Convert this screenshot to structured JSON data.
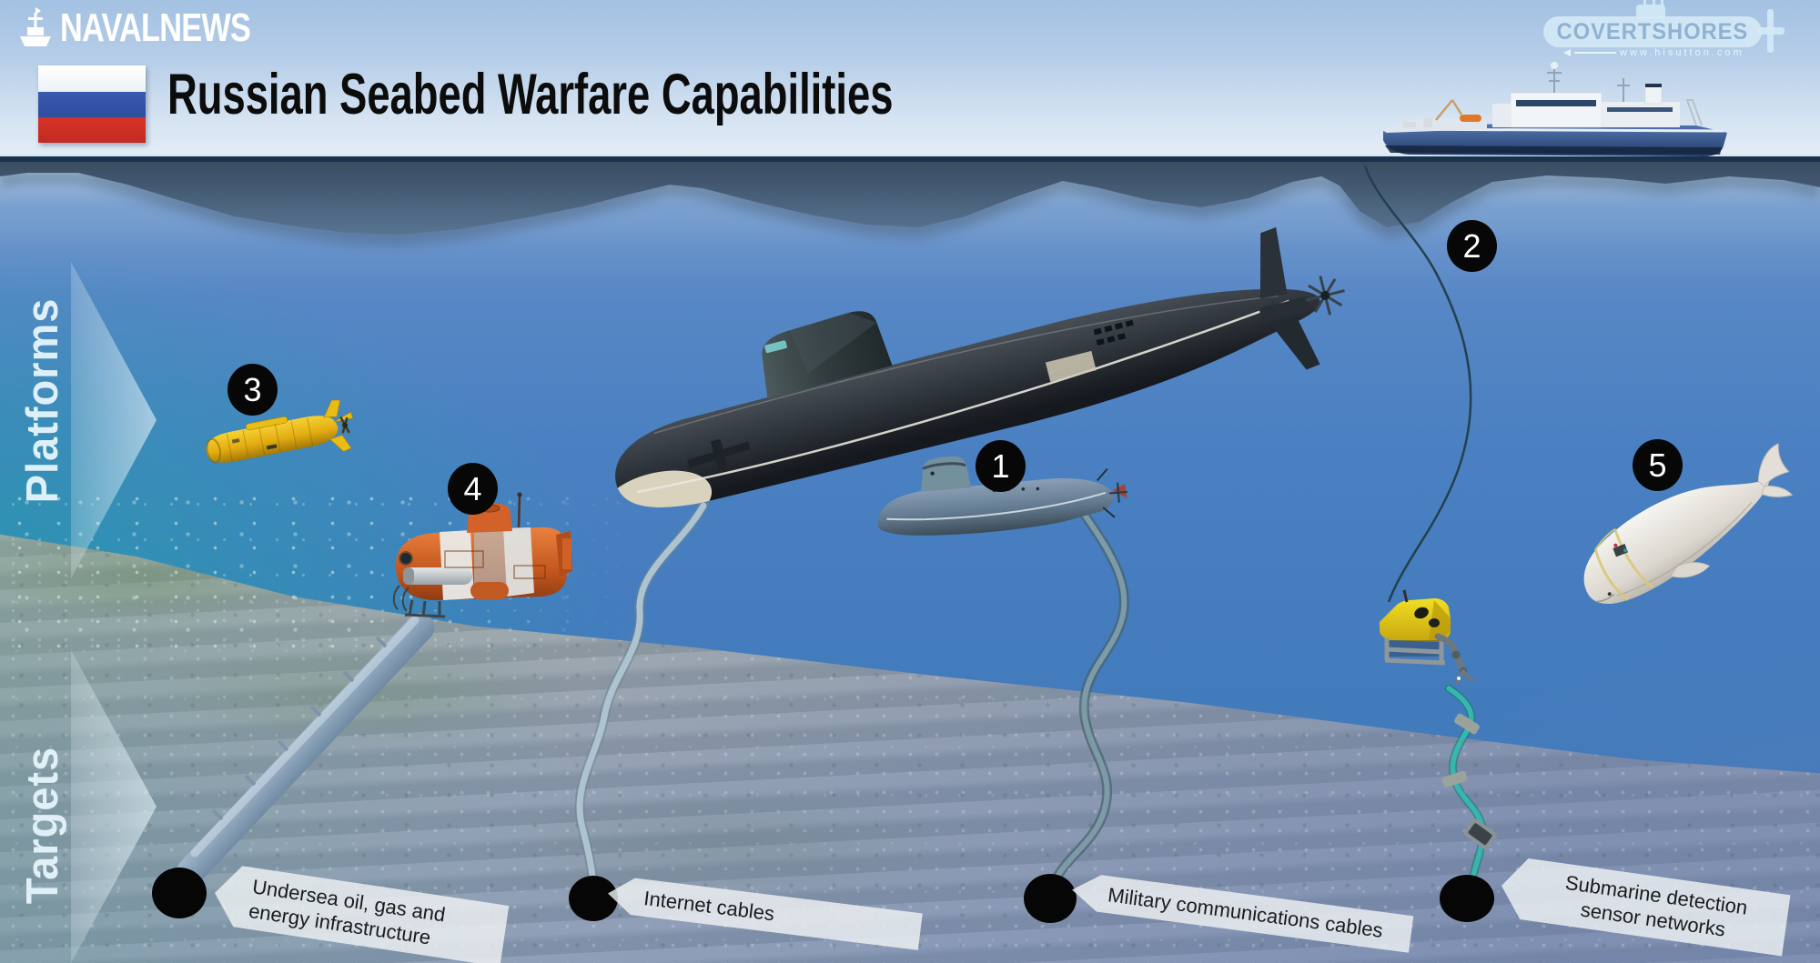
{
  "header": {
    "navalnews_logo_text": "NAVALNEWS",
    "title": "Russian Seabed Warfare Capabilities",
    "covertshores": {
      "logo_text": "COVERTSHORES",
      "url_text": "www.hisutton.com"
    },
    "flag": {
      "country": "Russia",
      "white": "#f2f5f8",
      "blue": "#33519f",
      "red": "#d22d26"
    }
  },
  "scene": {
    "section_labels": {
      "platforms": "Platforms",
      "targets": "Targets"
    },
    "markers": [
      "1",
      "2",
      "3",
      "4",
      "5"
    ],
    "targets": [
      {
        "lines": [
          "Undersea oil, gas and",
          "energy infrastructure"
        ]
      },
      {
        "lines": [
          "Internet cables"
        ]
      },
      {
        "lines": [
          "Military communications cables"
        ]
      },
      {
        "lines": [
          "Submarine detection",
          "sensor networks"
        ]
      }
    ],
    "colors": {
      "water_surface": "#9ab9dd",
      "water_deep": "#3e78b6",
      "teal_water": "#229eac",
      "wave_silhouette": "#42556b",
      "seabed_sand": "#a4a894",
      "seabed_deep": "#8596b2",
      "marker_bg": "#070707",
      "banner_bg": "rgba(238,242,243,0.82)",
      "pipeline": "#9db3c8",
      "sensor_cable": "#35b2aa"
    }
  }
}
